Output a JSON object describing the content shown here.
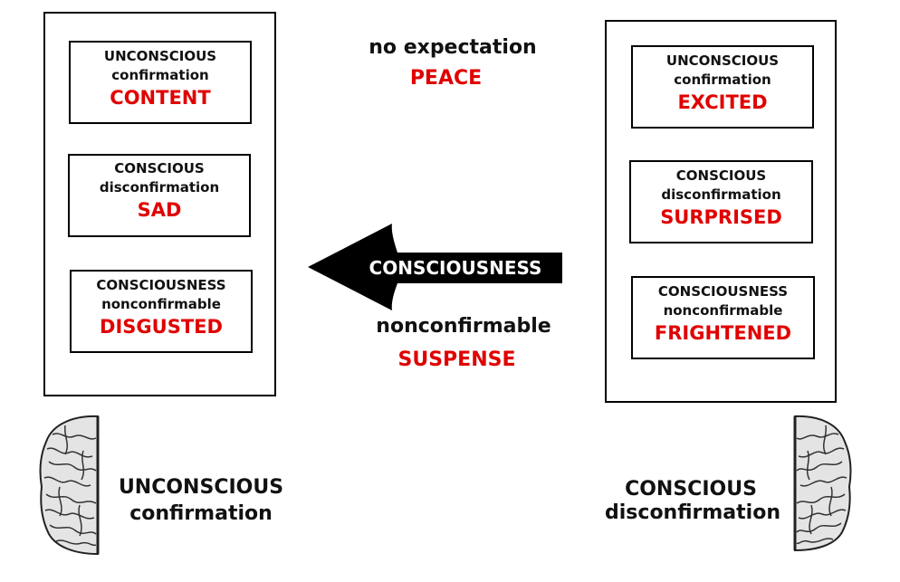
{
  "top_center": {
    "line1": "no expectation",
    "emotion": "PEACE"
  },
  "arrow": {
    "label": "CONSCIOUSNESS"
  },
  "bottom_center": {
    "line1": "nonconfirmable",
    "emotion": "SUSPENSE"
  },
  "left_panel": {
    "boxes": [
      {
        "line1": "UNCONSCIOUS",
        "line2": "confirmation",
        "emotion": "CONTENT"
      },
      {
        "line1": "CONSCIOUS",
        "line2": "disconfirmation",
        "emotion": "SAD"
      },
      {
        "line1": "CONSCIOUSNESS",
        "line2": "nonconfirmable",
        "emotion": "DISGUSTED"
      }
    ]
  },
  "right_panel": {
    "boxes": [
      {
        "line1": "UNCONSCIOUS",
        "line2": "confirmation",
        "emotion": "EXCITED"
      },
      {
        "line1": "CONSCIOUS",
        "line2": "disconfirmation",
        "emotion": "SURPRISED"
      },
      {
        "line1": "CONSCIOUSNESS",
        "line2": "nonconfirmable",
        "emotion": "FRIGHTENED"
      }
    ]
  },
  "left_caption": {
    "line1": "UNCONSCIOUS",
    "line2": "confirmation"
  },
  "right_caption": {
    "line1": "CONSCIOUS",
    "line2": "disconfirmation"
  },
  "colors": {
    "emotion": "#e00000",
    "text": "#111111",
    "arrow": "#000000"
  },
  "icons": {
    "left_brain": "brain-left-hemisphere-icon",
    "right_brain": "brain-right-hemisphere-icon"
  }
}
